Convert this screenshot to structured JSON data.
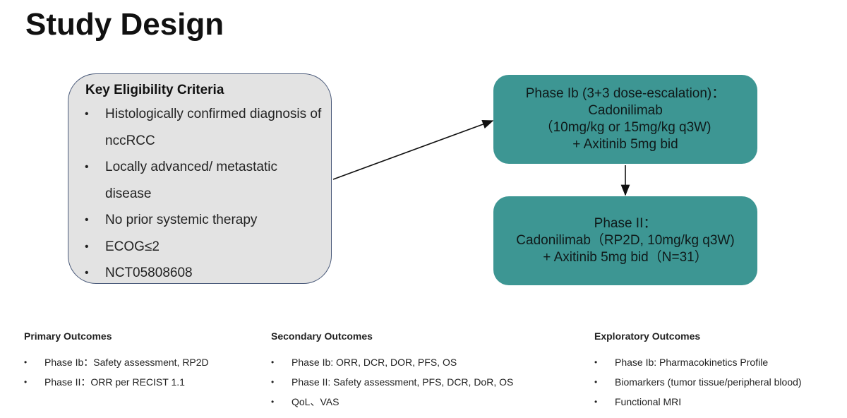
{
  "title": "Study Design",
  "criteria": {
    "title": "Key Eligibility Criteria",
    "items": [
      "Histologically confirmed diagnosis of nccRCC",
      "Locally advanced/ metastatic disease",
      "No prior systemic therapy",
      "ECOG≤2",
      "NCT05808608"
    ]
  },
  "phase1": {
    "lines": [
      "Phase Ib (3+3 dose-escalation)：",
      "Cadonilimab",
      "（10mg/kg or 15mg/kg q3W)",
      "+ Axitinib 5mg bid"
    ]
  },
  "phase2": {
    "lines": [
      "Phase II：",
      "Cadonilimab（RP2D, 10mg/kg q3W)",
      "+ Axitinib 5mg bid（N=31）"
    ]
  },
  "outcomes": {
    "primary": {
      "title": "Primary Outcomes",
      "items": [
        "Phase Ib：Safety assessment, RP2D",
        "Phase II：ORR per RECIST 1.1"
      ]
    },
    "secondary": {
      "title": "Secondary Outcomes",
      "items": [
        "Phase Ib: ORR, DCR, DOR, PFS, OS",
        "Phase II: Safety assessment, PFS, DCR, DoR, OS",
        "QoL、VAS"
      ]
    },
    "exploratory": {
      "title": "Exploratory Outcomes",
      "items": [
        "Phase Ib: Pharmacokinetics Profile",
        "Biomarkers (tumor tissue/peripheral blood)",
        "Functional MRI"
      ]
    }
  },
  "colors": {
    "phase_fill": "#3d9693",
    "criteria_fill": "#e3e3e3",
    "criteria_border": "#4a5a7a"
  }
}
